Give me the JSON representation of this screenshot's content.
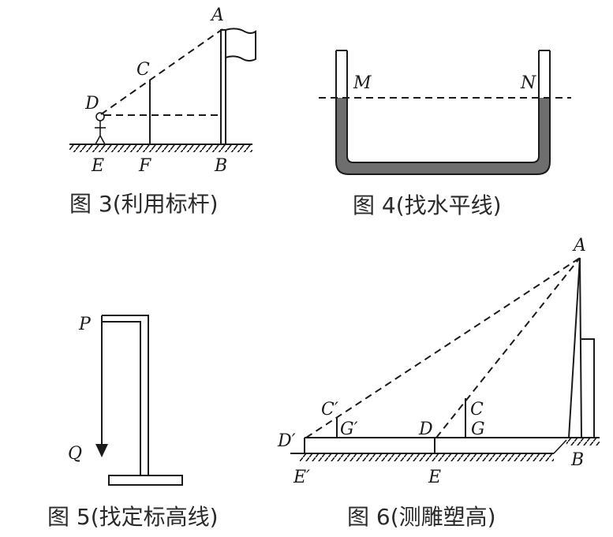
{
  "figures": [
    {
      "id": "fig3",
      "caption": "图 3(利用标杆)",
      "labels": {
        "A": "A",
        "C": "C",
        "D": "D",
        "E": "E",
        "F": "F",
        "B": "B"
      }
    },
    {
      "id": "fig4",
      "caption": "图 4(找水平线)",
      "labels": {
        "M": "M",
        "N": "N"
      },
      "liquid_color": "#6e6e6e"
    },
    {
      "id": "fig5",
      "caption": "图 5(找定标高线)",
      "labels": {
        "P": "P",
        "Q": "Q"
      }
    },
    {
      "id": "fig6",
      "caption": "图 6(测雕塑高)",
      "labels": {
        "A": "A",
        "C_prime": "C′",
        "G_prime": "G′",
        "D_prime": "D′",
        "E_prime": "E′",
        "D": "D",
        "C": "C",
        "G": "G",
        "E": "E",
        "B": "B"
      }
    }
  ]
}
